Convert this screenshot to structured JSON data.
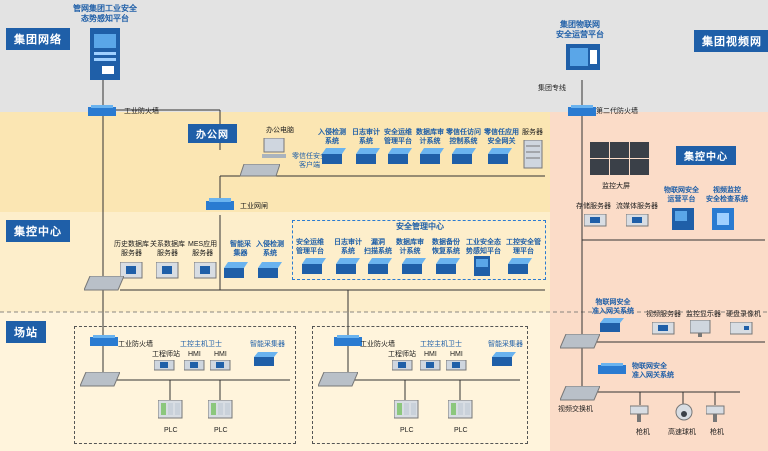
{
  "zones": {
    "network": "集团网络",
    "office": "办公网",
    "control_left": "集控中心",
    "control_right": "集控中心",
    "station": "场站",
    "video": "集团视频网",
    "security_center": "安全管理中心"
  },
  "top": {
    "awareness_platform": [
      "管网集团工业安全",
      "态势感知平台"
    ],
    "iot_platform": [
      "集团物联网",
      "安全运营平台"
    ],
    "group_line": "集团专线",
    "firewall": "工业防火墙",
    "firewall_2g": "第二代防火墙"
  },
  "office": {
    "office_pc": "办公电脑",
    "zero_trust_client": [
      "零信任安全",
      "客户端"
    ],
    "items": [
      [
        "入侵检测",
        "系统"
      ],
      [
        "日志审计",
        "系统"
      ],
      [
        "安全运维",
        "管理平台"
      ],
      [
        "数据库审",
        "计系统"
      ],
      [
        "零信任访问",
        "控制系统"
      ],
      [
        "零信任应用",
        "安全网关"
      ]
    ],
    "server": "服务器",
    "gateway": "工业网闸"
  },
  "control": {
    "servers": [
      [
        "历史数据库",
        "服务器"
      ],
      [
        "关系数据库",
        "服务器"
      ],
      [
        "MES应用",
        "服务器"
      ]
    ],
    "smart_collector": [
      "智能采",
      "集器"
    ],
    "ids": [
      "入侵检测",
      "系统"
    ],
    "security_items": [
      [
        "安全运维",
        "管理平台"
      ],
      [
        "日志审计",
        "系统"
      ],
      [
        "漏洞",
        "扫描系统"
      ],
      [
        "数据库审",
        "计系统"
      ],
      [
        "数据备份",
        "恢复系统"
      ],
      [
        "工业安全态",
        "势感知平台"
      ],
      [
        "工控安全管",
        "理平台"
      ]
    ]
  },
  "video": {
    "monitor_wall": "监控大屏",
    "storage": "存储服务器",
    "streaming": "流媒体服务器",
    "iot_ops": [
      "物联网安全",
      "运营平台"
    ],
    "video_check": [
      "视频监控",
      "安全检查系统"
    ],
    "iot_access": [
      "物联网安全",
      "准入网关系统"
    ],
    "video_server": "视频服务器",
    "monitor_display": "监控显示器",
    "nvr": "硬盘录像机",
    "iot_access2": [
      "物联网安全",
      "准入网关系统"
    ],
    "video_switch": "视频交换机",
    "gun_cam": "枪机",
    "dome_cam": "高速球机",
    "gun_cam2": "枪机"
  },
  "station": {
    "firewall": "工业防火墙",
    "host_guard": "工控主机卫士",
    "eng_station": "工程师站",
    "hmi": "HMI",
    "smart_collector": "智能采集器",
    "plc": "PLC"
  }
}
